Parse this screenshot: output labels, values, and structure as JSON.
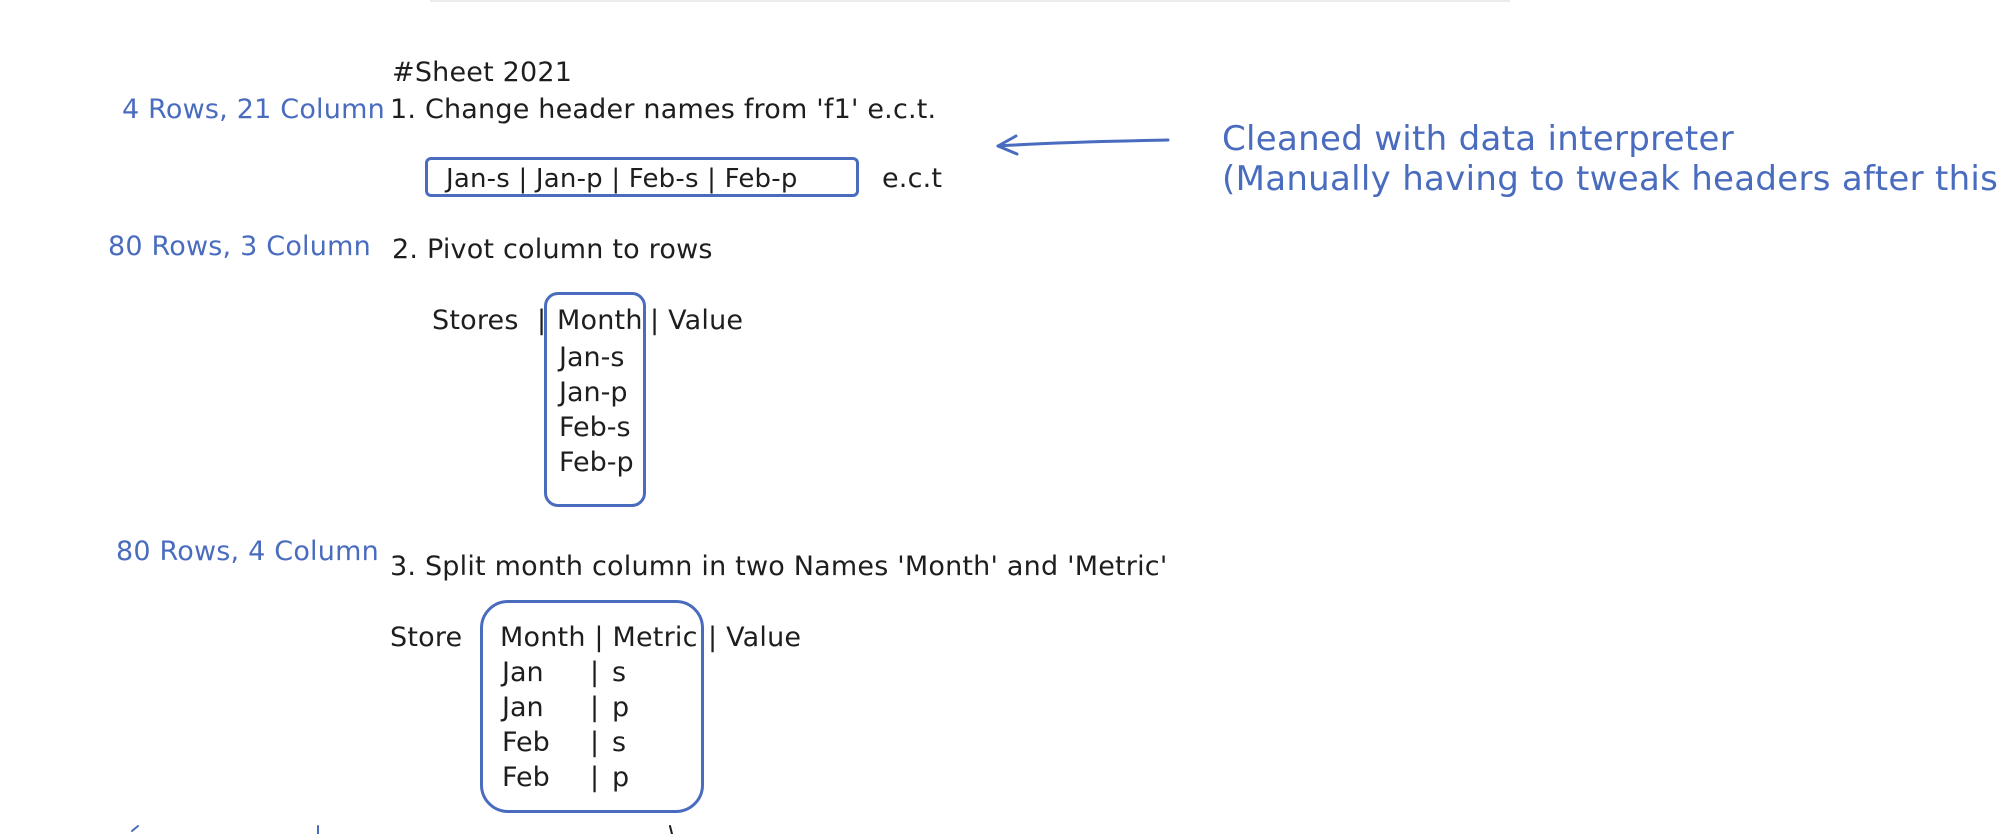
{
  "canvas": {
    "background": "#ffffff",
    "ink_color": "#1e1e1e",
    "accent_color": "#4a6cbf"
  },
  "sheet_title": "#Sheet 2021",
  "annotations": {
    "step1_size": "4 Rows, 21 Column",
    "step2_size": "80 Rows, 3 Column",
    "step3_size": "80 Rows, 4 Column",
    "interpreter_note_line1": "Cleaned with data interpreter",
    "interpreter_note_line2": "(Manually having to tweak headers after this)"
  },
  "steps": {
    "step1": {
      "title": "1. Change header names from 'f1' e.c.t.",
      "header_example": "Jan-s | Jan-p | Feb-s | Feb-p",
      "header_suffix": "e.c.t"
    },
    "step2": {
      "title": "2. Pivot column to rows",
      "col_stores": "Stores",
      "col_month": "Month",
      "col_value": "| Value",
      "month_values": [
        "Jan-s",
        "Jan-p",
        "Feb-s",
        "Feb-p"
      ]
    },
    "step3": {
      "title": "3. Split month column in two Names 'Month' and 'Metric'",
      "col_store": "Store",
      "col_month_metric": "Month | Metric",
      "col_value": "| Value",
      "rows": [
        {
          "month": "Jan",
          "metric": "s"
        },
        {
          "month": "Jan",
          "metric": "p"
        },
        {
          "month": "Feb",
          "metric": "s"
        },
        {
          "month": "Feb",
          "metric": "p"
        }
      ]
    }
  },
  "separator": "|",
  "icons": {
    "arrow": "left-arrow-icon"
  }
}
